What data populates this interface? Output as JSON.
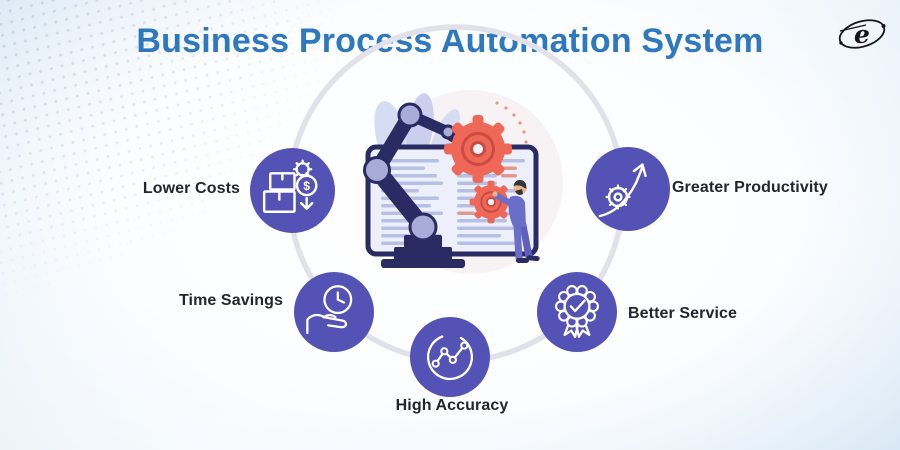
{
  "title": "Business Process Automation System",
  "logo": {
    "letter": "e"
  },
  "benefits": [
    {
      "label": "Lower Costs",
      "icon": "packages-gear-dollar-down-icon",
      "symbol": "$"
    },
    {
      "label": "Time Savings",
      "icon": "hand-holding-clock-icon"
    },
    {
      "label": "High Accuracy",
      "icon": "trend-line-chart-icon"
    },
    {
      "label": "Better Service",
      "icon": "award-badge-check-icon"
    },
    {
      "label": "Greater Productivity",
      "icon": "gear-rising-arrow-icon"
    }
  ],
  "colors": {
    "titleBlue": "#2e78c0",
    "iconPurple": "#5552b5",
    "gearRed": "#ef6757",
    "navy": "#2b2b63",
    "ringGray": "#e2e1ea",
    "labelDark": "#23262e"
  }
}
